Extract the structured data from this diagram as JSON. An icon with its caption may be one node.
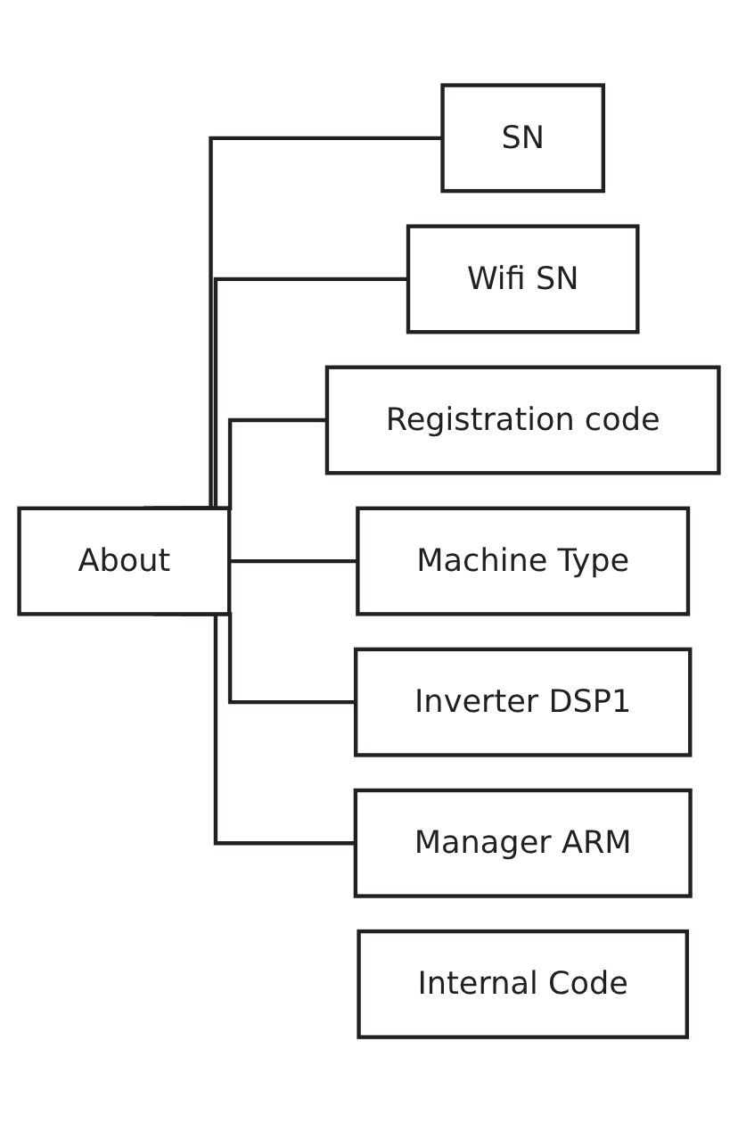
{
  "diagram": {
    "nodes": [
      {
        "text": [
          "About"
        ]
      },
      {
        "text": [
          "SN"
        ]
      },
      {
        "text": [
          "Wifi SN"
        ]
      },
      {
        "text": [
          "Registration code"
        ]
      },
      {
        "text": [
          "Machine Type"
        ]
      },
      {
        "text": [
          "Inverter DSP1"
        ]
      },
      {
        "text": [
          "Manager ARM"
        ]
      },
      {
        "text": [
          "Internal Code"
        ]
      }
    ],
    "edges": [
      {
        "from": 0,
        "to": 1,
        "arrow": "none"
      },
      {
        "from": 0,
        "to": 2,
        "arrow": "none"
      },
      {
        "from": 0,
        "to": 3,
        "arrow": "none"
      },
      {
        "from": 0,
        "to": 4,
        "arrow": "none"
      },
      {
        "from": 0,
        "to": 5,
        "arrow": "none"
      },
      {
        "from": 0,
        "to": 6,
        "arrow": "none"
      }
    ]
  }
}
